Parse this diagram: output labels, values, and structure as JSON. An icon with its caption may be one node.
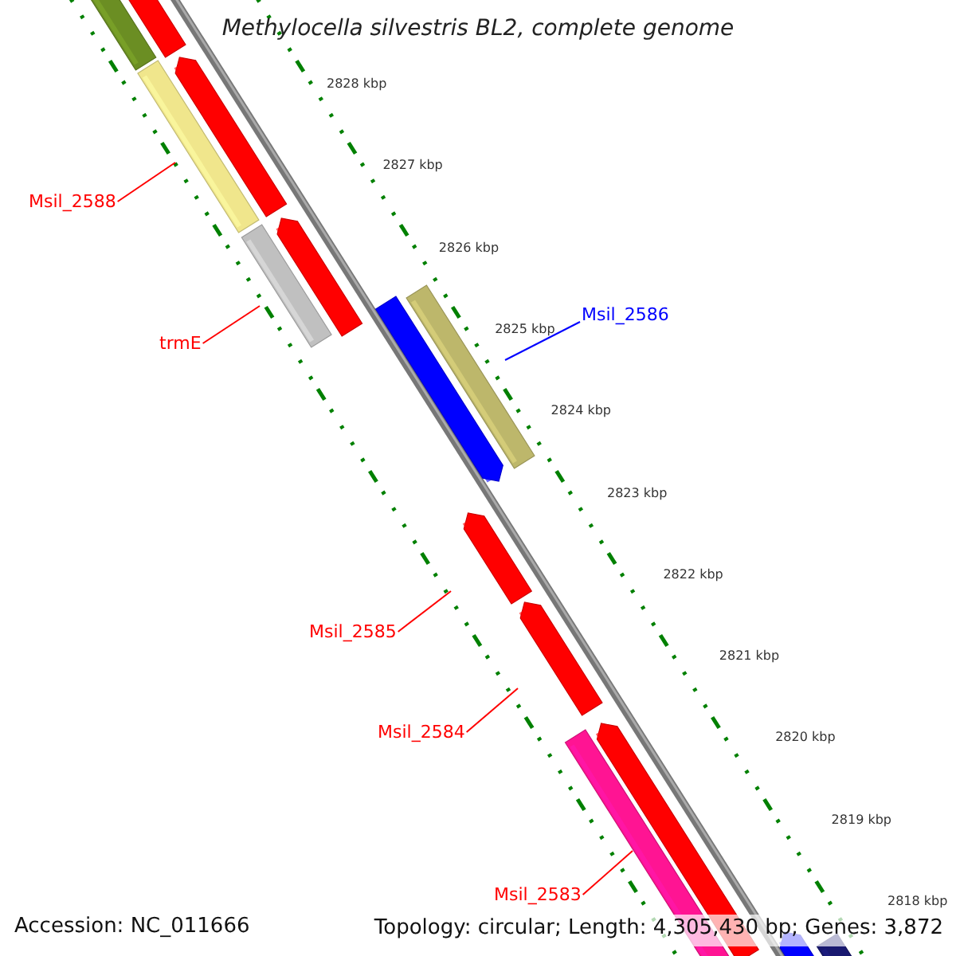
{
  "diagram": {
    "title": "Methylocella silvestris BL2, complete genome",
    "nodes": [
      {
        "text": [
          "Msil_2588"
        ]
      },
      {
        "text": [
          "trmE"
        ]
      },
      {
        "text": [
          "Msil_2586"
        ]
      },
      {
        "text": [
          "Msil_2585"
        ]
      },
      {
        "text": [
          "Msil_2584"
        ]
      },
      {
        "text": [
          "Msil_2583"
        ]
      }
    ],
    "edges": [
      {
        "from": 0,
        "to": null,
        "arrow": "none"
      },
      {
        "from": 1,
        "to": null,
        "arrow": "none"
      },
      {
        "from": 2,
        "to": null,
        "arrow": "none",
        "color": "#0000ff"
      },
      {
        "from": 3,
        "to": null,
        "arrow": "none"
      },
      {
        "from": 4,
        "to": null,
        "arrow": "none"
      },
      {
        "from": 5,
        "to": null,
        "arrow": "none"
      }
    ],
    "labels": [
      "2828 kbp",
      "2827 kbp",
      "2826 kbp",
      "2825 kbp",
      "2824 kbp",
      "2823 kbp",
      "2822 kbp",
      "2821 kbp",
      "2820 kbp",
      "2819 kbp",
      "2818 kbp",
      "Accession: NC_011666",
      "Topology: circular; Length: 4,305,430 bp; Genes: 3,872"
    ]
  }
}
